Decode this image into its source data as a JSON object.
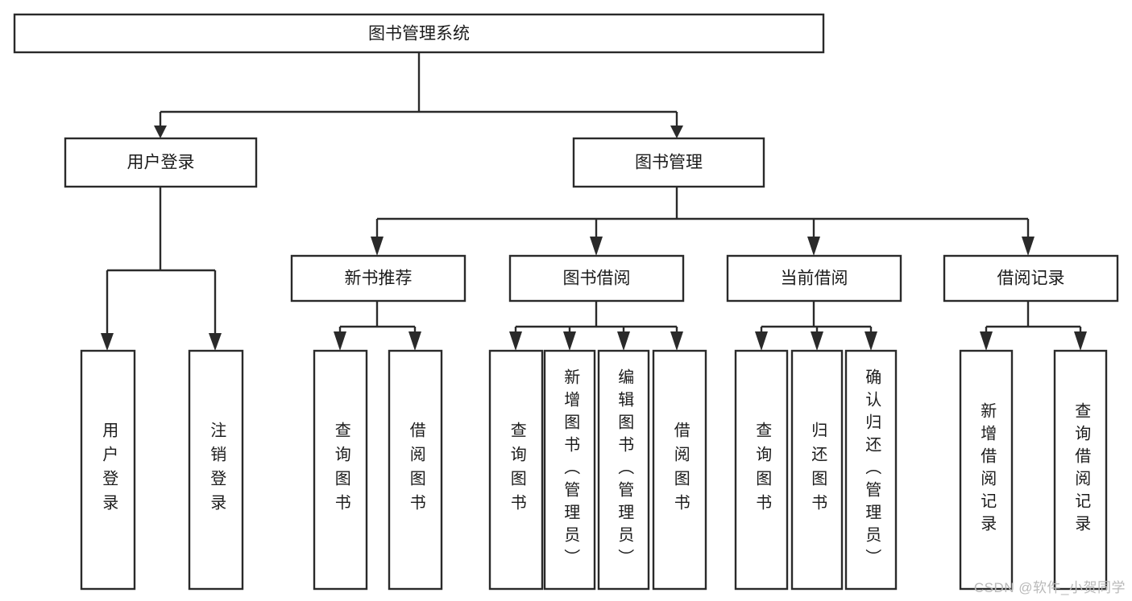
{
  "diagram": {
    "title": "图书管理系统",
    "type": "tree",
    "watermark": "CSDN @软件_小贺同学",
    "nodes": {
      "root": {
        "label": "图书管理系统",
        "level": 0,
        "orientation": "horizontal"
      },
      "l1": [
        {
          "id": "user-login",
          "label": "用户登录",
          "level": 1,
          "orientation": "horizontal"
        },
        {
          "id": "book-manage",
          "label": "图书管理",
          "level": 1,
          "orientation": "horizontal"
        }
      ],
      "l2": [
        {
          "id": "new-book-rec",
          "label": "新书推荐",
          "level": 2,
          "parent": "book-manage",
          "orientation": "horizontal"
        },
        {
          "id": "book-borrow",
          "label": "图书借阅",
          "level": 2,
          "parent": "book-manage",
          "orientation": "horizontal"
        },
        {
          "id": "current-borrow",
          "label": "当前借阅",
          "level": 2,
          "parent": "book-manage",
          "orientation": "horizontal"
        },
        {
          "id": "borrow-record",
          "label": "借阅记录",
          "level": 2,
          "parent": "book-manage",
          "orientation": "horizontal"
        }
      ],
      "leaves": [
        {
          "id": "leaf-user-login",
          "label": "用户登录",
          "parent": "user-login",
          "orientation": "vertical"
        },
        {
          "id": "leaf-logout",
          "label": "注销登录",
          "parent": "user-login",
          "orientation": "vertical"
        },
        {
          "id": "leaf-query-book-1",
          "label": "查询图书",
          "parent": "new-book-rec",
          "orientation": "vertical"
        },
        {
          "id": "leaf-borrow-book-1",
          "label": "借阅图书",
          "parent": "new-book-rec",
          "orientation": "vertical"
        },
        {
          "id": "leaf-query-book-2",
          "label": "查询图书",
          "parent": "book-borrow",
          "orientation": "vertical"
        },
        {
          "id": "leaf-add-book",
          "label": "新增图书（管理员）",
          "parent": "book-borrow",
          "orientation": "vertical"
        },
        {
          "id": "leaf-edit-book",
          "label": "编辑图书（管理员）",
          "parent": "book-borrow",
          "orientation": "vertical"
        },
        {
          "id": "leaf-borrow-book-2",
          "label": "借阅图书",
          "parent": "book-borrow",
          "orientation": "vertical"
        },
        {
          "id": "leaf-query-book-3",
          "label": "查询图书",
          "parent": "current-borrow",
          "orientation": "vertical"
        },
        {
          "id": "leaf-return-book",
          "label": "归还图书",
          "parent": "current-borrow",
          "orientation": "vertical"
        },
        {
          "id": "leaf-confirm-return",
          "label": "确认归还（管理员）",
          "parent": "current-borrow",
          "orientation": "vertical"
        },
        {
          "id": "leaf-add-record",
          "label": "新增借阅记录",
          "parent": "borrow-record",
          "orientation": "vertical"
        },
        {
          "id": "leaf-query-record",
          "label": "查询借阅记录",
          "parent": "borrow-record",
          "orientation": "vertical"
        }
      ]
    },
    "colors": {
      "stroke": "#2a2a2a",
      "fill": "#ffffff",
      "text": "#1b1b1b",
      "watermark": "#b9b9b9"
    }
  }
}
